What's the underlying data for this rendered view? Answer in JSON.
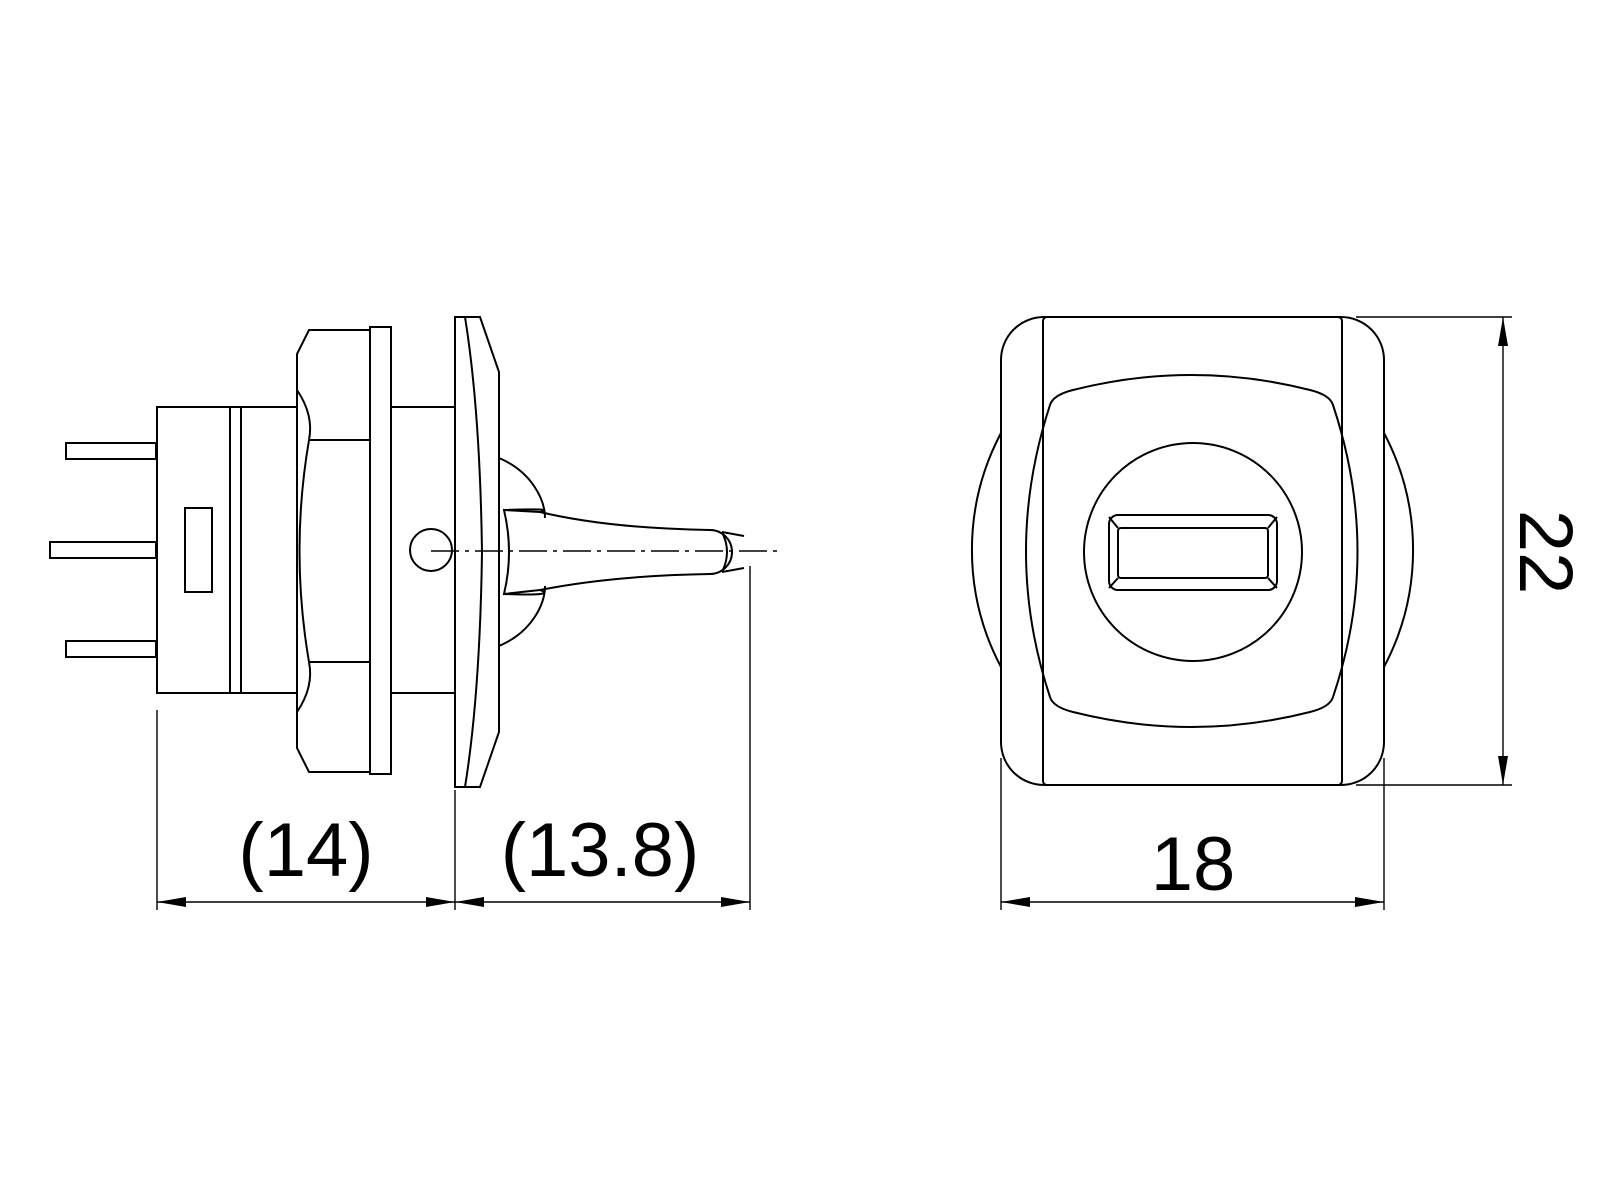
{
  "drawing": {
    "side_view": {
      "dim_body_length": "(14)",
      "dim_lever_length": "(13.8)"
    },
    "front_view": {
      "dim_width": "18",
      "dim_height": "22"
    },
    "colors": {
      "line": "#000000",
      "background": "#ffffff"
    }
  }
}
